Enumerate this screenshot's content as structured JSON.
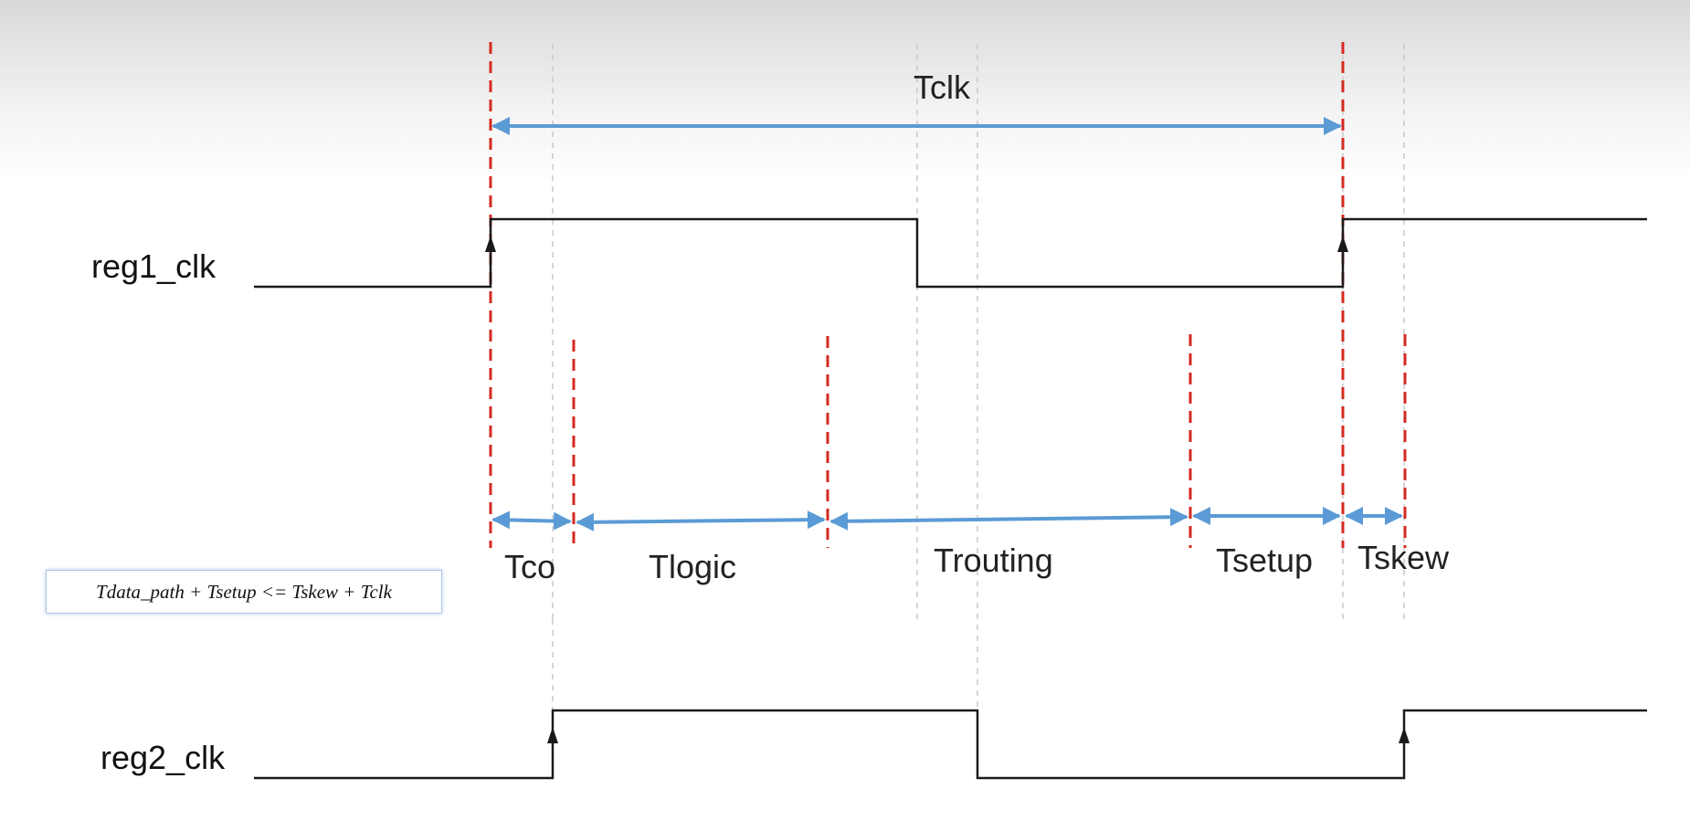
{
  "signals": [
    {
      "label": "reg1_clk"
    },
    {
      "label": "reg2_clk"
    }
  ],
  "period_label": "Tclk",
  "intervals": [
    {
      "label": "Tco"
    },
    {
      "label": "Tlogic"
    },
    {
      "label": "Trouting"
    },
    {
      "label": "Tsetup"
    },
    {
      "label": "Tskew"
    }
  ],
  "formula": "Tdata_path + Tsetup <= Tskew + Tclk",
  "colors": {
    "waveform": "#1a1a1a",
    "marker_dashed": "#d42a20",
    "guide_dashed": "#c8c8c8",
    "dimension_arrow": "#5b9bd5"
  }
}
